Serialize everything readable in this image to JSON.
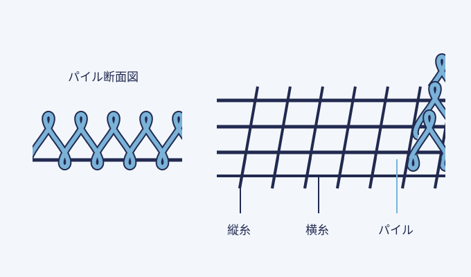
{
  "title": "パイル断面図",
  "labels": {
    "warp": "縦糸",
    "weft": "横糸",
    "pile": "パイル"
  },
  "colors": {
    "background": "#f3f7fc",
    "navy": "#222a50",
    "pile_fill": "#7ab2d8",
    "pile_pointer": "#7ab2d8"
  }
}
